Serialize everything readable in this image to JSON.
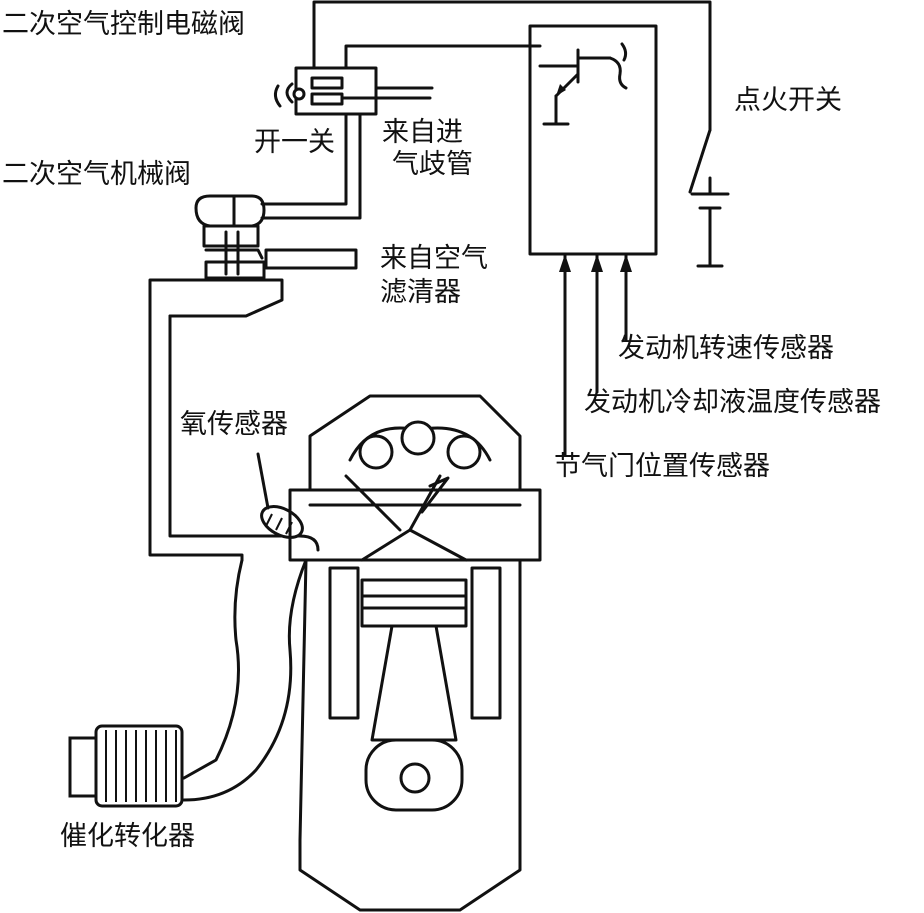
{
  "labels": {
    "solenoid_valve": "二次空气控制电磁阀",
    "on_off": "开一关",
    "from_intake_line1": "来自进",
    "from_intake_line2": "气歧管",
    "mechanical_valve": "二次空气机械阀",
    "from_filter_line1": "来自空气",
    "from_filter_line2": "滤清器",
    "ignition_switch": "点火开关",
    "engine_speed_sensor": "发动机转速传感器",
    "coolant_temp_sensor": "发动机冷却液温度传感器",
    "throttle_position_sensor": "节气门位置传感器",
    "oxygen_sensor": "氧传感器",
    "catalytic_converter": "催化转化器"
  }
}
